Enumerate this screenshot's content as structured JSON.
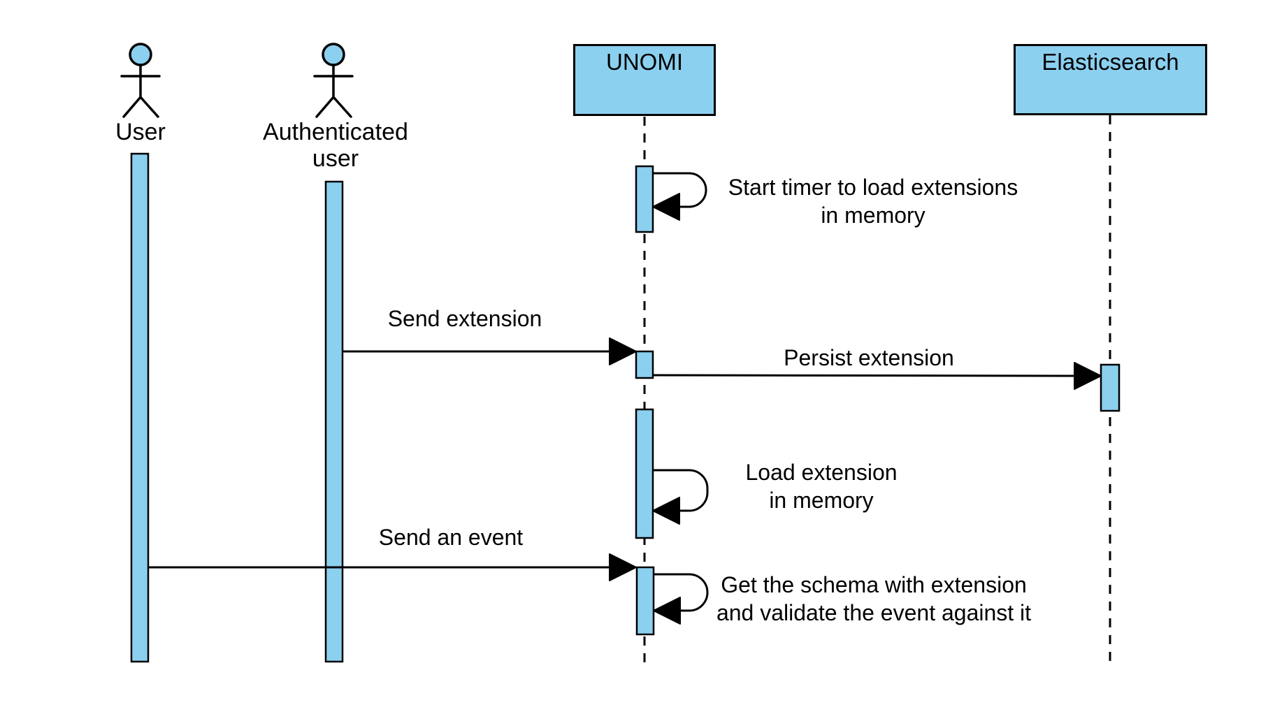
{
  "diagram_type": "uml-sequence-diagram",
  "colors": {
    "participant_fill": "#8CD0F0",
    "stroke": "#000000",
    "background": "#FFFFFF"
  },
  "actors": [
    {
      "id": "user",
      "label_lines": [
        "User"
      ]
    },
    {
      "id": "authenticated-user",
      "label_lines": [
        "Authenticated",
        "user"
      ]
    }
  ],
  "participants": [
    {
      "id": "unomi",
      "label": "UNOMI"
    },
    {
      "id": "elasticsearch",
      "label": "Elasticsearch"
    }
  ],
  "messages": [
    {
      "id": "start-timer",
      "type": "self-message",
      "from": "UNOMI",
      "to": "UNOMI",
      "label_lines": [
        "Start timer to load extensions",
        "in memory"
      ]
    },
    {
      "id": "send-extension",
      "type": "message",
      "from": "Authenticated user",
      "to": "UNOMI",
      "label_lines": [
        "Send extension"
      ]
    },
    {
      "id": "persist-extension",
      "type": "message",
      "from": "UNOMI",
      "to": "Elasticsearch",
      "label_lines": [
        "Persist extension"
      ]
    },
    {
      "id": "load-extension",
      "type": "self-message",
      "from": "UNOMI",
      "to": "UNOMI",
      "label_lines": [
        "Load extension",
        "in memory"
      ]
    },
    {
      "id": "send-an-event",
      "type": "message",
      "from": "User",
      "to": "UNOMI",
      "label_lines": [
        "Send an event"
      ]
    },
    {
      "id": "get-schema",
      "type": "self-message",
      "from": "UNOMI",
      "to": "UNOMI",
      "label_lines": [
        "Get the schema with extension",
        "and validate the event against it"
      ]
    }
  ]
}
